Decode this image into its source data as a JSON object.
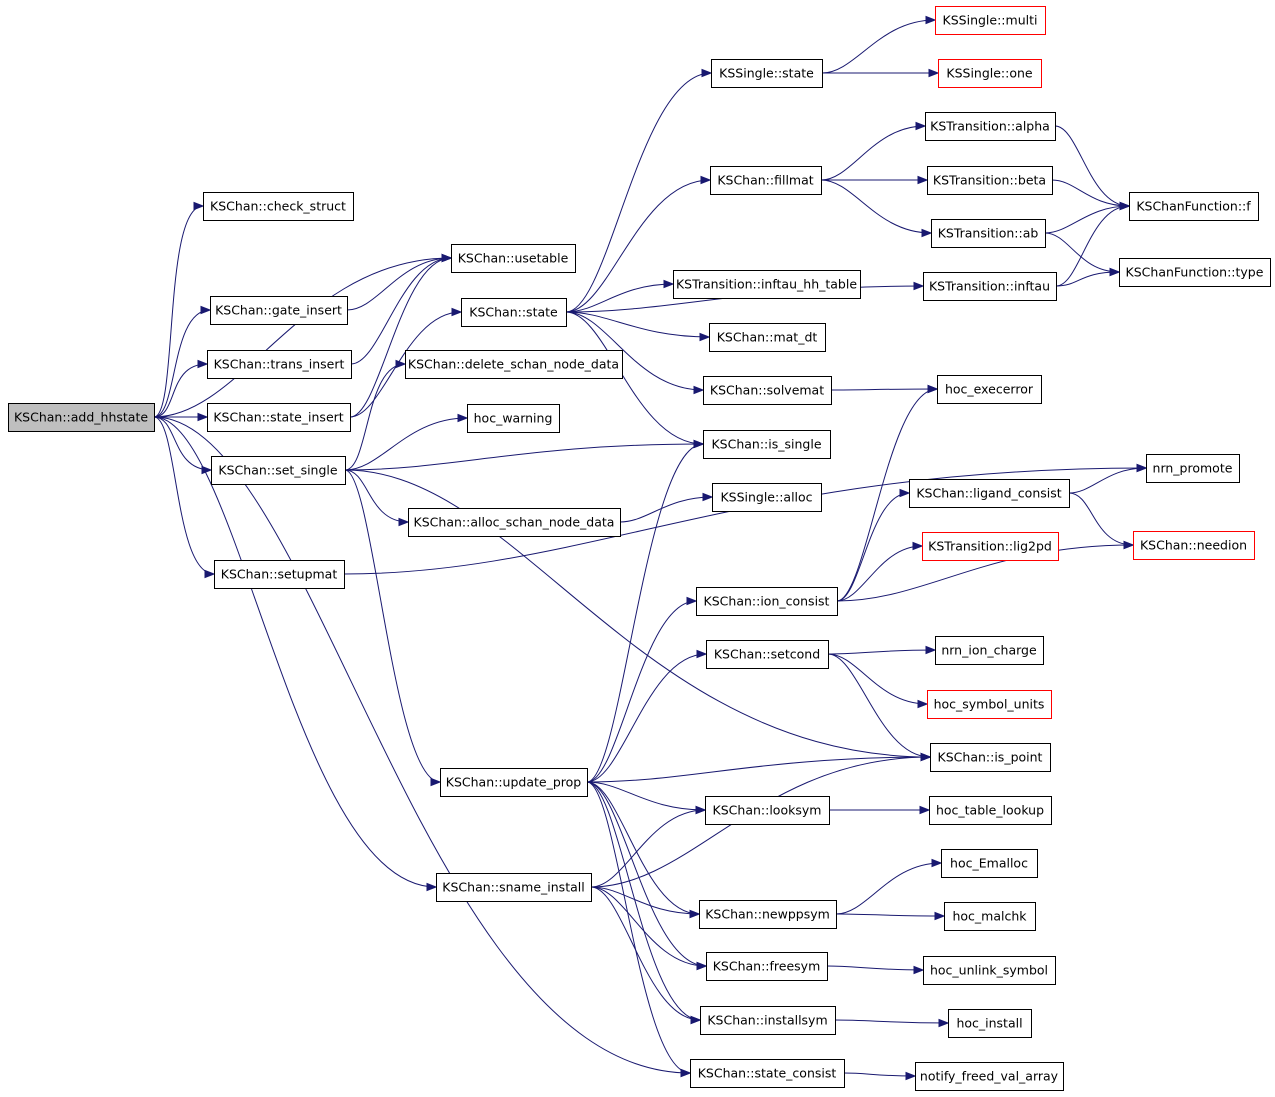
{
  "colors": {
    "edge": "#191970",
    "node_border": "#000000",
    "node_fill": "#ffffff",
    "root_fill": "#bfbfbf",
    "external_border": "#ff0000"
  },
  "nodes": [
    {
      "id": "add_hhstate",
      "label": "KSChan::add_hhstate",
      "kind": "root"
    },
    {
      "id": "check_struct",
      "label": "KSChan::check_struct",
      "kind": "normal"
    },
    {
      "id": "usetable",
      "label": "KSChan::usetable",
      "kind": "normal"
    },
    {
      "id": "gate_insert",
      "label": "KSChan::gate_insert",
      "kind": "normal"
    },
    {
      "id": "trans_insert",
      "label": "KSChan::trans_insert",
      "kind": "normal"
    },
    {
      "id": "state_insert",
      "label": "KSChan::state_insert",
      "kind": "normal"
    },
    {
      "id": "set_single",
      "label": "KSChan::set_single",
      "kind": "normal"
    },
    {
      "id": "setupmat",
      "label": "KSChan::setupmat",
      "kind": "normal"
    },
    {
      "id": "chan_state",
      "label": "KSChan::state",
      "kind": "normal"
    },
    {
      "id": "delete_schan",
      "label": "KSChan::delete_schan_node_data",
      "kind": "normal"
    },
    {
      "id": "hoc_warning",
      "label": "hoc_warning",
      "kind": "normal"
    },
    {
      "id": "alloc_schan",
      "label": "KSChan::alloc_schan_node_data",
      "kind": "normal"
    },
    {
      "id": "update_prop",
      "label": "KSChan::update_prop",
      "kind": "normal"
    },
    {
      "id": "sname_install",
      "label": "KSChan::sname_install",
      "kind": "normal"
    },
    {
      "id": "single_state",
      "label": "KSSingle::state",
      "kind": "normal"
    },
    {
      "id": "fillmat",
      "label": "KSChan::fillmat",
      "kind": "normal"
    },
    {
      "id": "inftau_hh",
      "label": "KSTransition::inftau_hh_table",
      "kind": "normal"
    },
    {
      "id": "mat_dt",
      "label": "KSChan::mat_dt",
      "kind": "normal"
    },
    {
      "id": "solvemat",
      "label": "KSChan::solvemat",
      "kind": "normal"
    },
    {
      "id": "is_single",
      "label": "KSChan::is_single",
      "kind": "normal"
    },
    {
      "id": "single_alloc",
      "label": "KSSingle::alloc",
      "kind": "normal"
    },
    {
      "id": "ion_consist",
      "label": "KSChan::ion_consist",
      "kind": "normal"
    },
    {
      "id": "setcond",
      "label": "KSChan::setcond",
      "kind": "normal"
    },
    {
      "id": "looksym",
      "label": "KSChan::looksym",
      "kind": "normal"
    },
    {
      "id": "newppsym",
      "label": "KSChan::newppsym",
      "kind": "normal"
    },
    {
      "id": "freesym",
      "label": "KSChan::freesym",
      "kind": "normal"
    },
    {
      "id": "installsym",
      "label": "KSChan::installsym",
      "kind": "normal"
    },
    {
      "id": "state_consist",
      "label": "KSChan::state_consist",
      "kind": "normal"
    },
    {
      "id": "single_multi",
      "label": "KSSingle::multi",
      "kind": "external"
    },
    {
      "id": "single_one",
      "label": "KSSingle::one",
      "kind": "external"
    },
    {
      "id": "trans_alpha",
      "label": "KSTransition::alpha",
      "kind": "normal"
    },
    {
      "id": "trans_beta",
      "label": "KSTransition::beta",
      "kind": "normal"
    },
    {
      "id": "trans_ab",
      "label": "KSTransition::ab",
      "kind": "normal"
    },
    {
      "id": "trans_inftau",
      "label": "KSTransition::inftau",
      "kind": "normal"
    },
    {
      "id": "hoc_execerror",
      "label": "hoc_execerror",
      "kind": "normal"
    },
    {
      "id": "ligand_consist",
      "label": "KSChan::ligand_consist",
      "kind": "normal"
    },
    {
      "id": "lig2pd",
      "label": "KSTransition::lig2pd",
      "kind": "external"
    },
    {
      "id": "nrn_ion_charge",
      "label": "nrn_ion_charge",
      "kind": "normal"
    },
    {
      "id": "hoc_symbol_units",
      "label": "hoc_symbol_units",
      "kind": "external"
    },
    {
      "id": "is_point",
      "label": "KSChan::is_point",
      "kind": "normal"
    },
    {
      "id": "hoc_table_lookup",
      "label": "hoc_table_lookup",
      "kind": "normal"
    },
    {
      "id": "hoc_Emalloc",
      "label": "hoc_Emalloc",
      "kind": "normal"
    },
    {
      "id": "hoc_malchk",
      "label": "hoc_malchk",
      "kind": "normal"
    },
    {
      "id": "hoc_unlink_symbol",
      "label": "hoc_unlink_symbol",
      "kind": "normal"
    },
    {
      "id": "hoc_install",
      "label": "hoc_install",
      "kind": "normal"
    },
    {
      "id": "notify_freed",
      "label": "notify_freed_val_array",
      "kind": "normal"
    },
    {
      "id": "cf_f",
      "label": "KSChanFunction::f",
      "kind": "normal"
    },
    {
      "id": "cf_type",
      "label": "KSChanFunction::type",
      "kind": "normal"
    },
    {
      "id": "nrn_promote",
      "label": "nrn_promote",
      "kind": "normal"
    },
    {
      "id": "needion",
      "label": "KSChan::needion",
      "kind": "external"
    }
  ],
  "edges": [
    [
      "add_hhstate",
      "check_struct"
    ],
    [
      "add_hhstate",
      "usetable"
    ],
    [
      "add_hhstate",
      "gate_insert"
    ],
    [
      "add_hhstate",
      "trans_insert"
    ],
    [
      "add_hhstate",
      "state_insert"
    ],
    [
      "add_hhstate",
      "set_single"
    ],
    [
      "add_hhstate",
      "setupmat"
    ],
    [
      "add_hhstate",
      "sname_install"
    ],
    [
      "add_hhstate",
      "state_consist"
    ],
    [
      "gate_insert",
      "usetable"
    ],
    [
      "trans_insert",
      "usetable"
    ],
    [
      "state_insert",
      "usetable"
    ],
    [
      "state_insert",
      "chan_state"
    ],
    [
      "set_single",
      "delete_schan"
    ],
    [
      "set_single",
      "hoc_warning"
    ],
    [
      "set_single",
      "is_single"
    ],
    [
      "set_single",
      "alloc_schan"
    ],
    [
      "set_single",
      "update_prop"
    ],
    [
      "set_single",
      "is_point"
    ],
    [
      "chan_state",
      "single_state"
    ],
    [
      "chan_state",
      "fillmat"
    ],
    [
      "chan_state",
      "trans_inftau"
    ],
    [
      "chan_state",
      "inftau_hh"
    ],
    [
      "chan_state",
      "mat_dt"
    ],
    [
      "chan_state",
      "solvemat"
    ],
    [
      "chan_state",
      "is_single"
    ],
    [
      "single_state",
      "single_multi"
    ],
    [
      "single_state",
      "single_one"
    ],
    [
      "fillmat",
      "trans_alpha"
    ],
    [
      "fillmat",
      "trans_beta"
    ],
    [
      "fillmat",
      "trans_ab"
    ],
    [
      "trans_alpha",
      "cf_f"
    ],
    [
      "trans_beta",
      "cf_f"
    ],
    [
      "trans_ab",
      "cf_f"
    ],
    [
      "trans_ab",
      "cf_type"
    ],
    [
      "trans_inftau",
      "cf_f"
    ],
    [
      "trans_inftau",
      "cf_type"
    ],
    [
      "solvemat",
      "hoc_execerror"
    ],
    [
      "alloc_schan",
      "single_alloc"
    ],
    [
      "setupmat",
      "nrn_promote"
    ],
    [
      "update_prop",
      "is_single"
    ],
    [
      "update_prop",
      "ion_consist"
    ],
    [
      "update_prop",
      "setcond"
    ],
    [
      "update_prop",
      "is_point"
    ],
    [
      "update_prop",
      "looksym"
    ],
    [
      "update_prop",
      "newppsym"
    ],
    [
      "update_prop",
      "freesym"
    ],
    [
      "update_prop",
      "installsym"
    ],
    [
      "update_prop",
      "state_consist"
    ],
    [
      "ion_consist",
      "hoc_execerror"
    ],
    [
      "ion_consist",
      "ligand_consist"
    ],
    [
      "ion_consist",
      "lig2pd"
    ],
    [
      "ion_consist",
      "needion"
    ],
    [
      "ligand_consist",
      "nrn_promote"
    ],
    [
      "ligand_consist",
      "needion"
    ],
    [
      "setcond",
      "nrn_ion_charge"
    ],
    [
      "setcond",
      "hoc_symbol_units"
    ],
    [
      "setcond",
      "is_point"
    ],
    [
      "looksym",
      "hoc_table_lookup"
    ],
    [
      "newppsym",
      "hoc_Emalloc"
    ],
    [
      "newppsym",
      "hoc_malchk"
    ],
    [
      "freesym",
      "hoc_unlink_symbol"
    ],
    [
      "installsym",
      "hoc_install"
    ],
    [
      "state_consist",
      "notify_freed"
    ],
    [
      "sname_install",
      "looksym"
    ],
    [
      "sname_install",
      "is_point"
    ],
    [
      "sname_install",
      "newppsym"
    ],
    [
      "sname_install",
      "freesym"
    ],
    [
      "sname_install",
      "installsym"
    ]
  ]
}
